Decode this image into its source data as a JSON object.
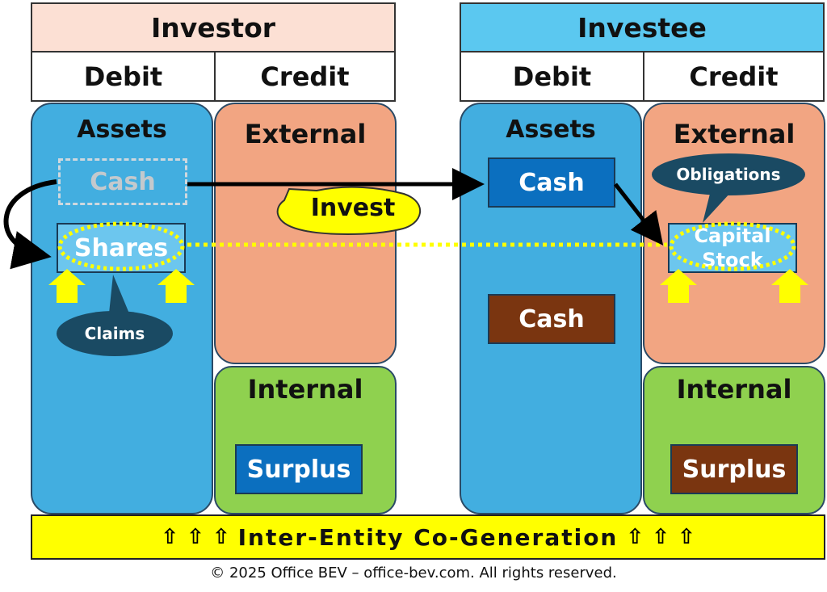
{
  "investor": {
    "title": "Investor",
    "debit": "Debit",
    "credit": "Credit",
    "assets": "Assets",
    "external": "External",
    "internal": "Internal",
    "cash": "Cash",
    "shares": "Shares",
    "claims": "Claims",
    "surplus": "Surplus"
  },
  "investee": {
    "title": "Investee",
    "debit": "Debit",
    "credit": "Credit",
    "assets": "Assets",
    "external": "External",
    "internal": "Internal",
    "cash_top": "Cash",
    "cash_bottom": "Cash",
    "obligations": "Obligations",
    "capital_stock_line1": "Capital",
    "capital_stock_line2": "Stock",
    "surplus": "Surplus"
  },
  "invest_label": "Invest",
  "banner": {
    "text": "Inter-Entity Co-Generation",
    "arrows_left": [
      "⇧",
      "⇧",
      "⇧"
    ],
    "arrows_right": [
      "⇧",
      "⇧",
      "⇧"
    ]
  },
  "footer": "© 2025 Office BEV – office-bev.com. All rights reserved.",
  "colors": {
    "investor_header": "#fce0d4",
    "investee_header": "#5bc8f0",
    "assets_panel": "#42aee0",
    "external_panel": "#f2a582",
    "internal_panel": "#8fd14f",
    "box_blue": "#0b6fbf",
    "box_brown": "#7a3510",
    "callout": "#1a4a63",
    "banner": "#ffff00",
    "dotted": "#ffff00"
  }
}
